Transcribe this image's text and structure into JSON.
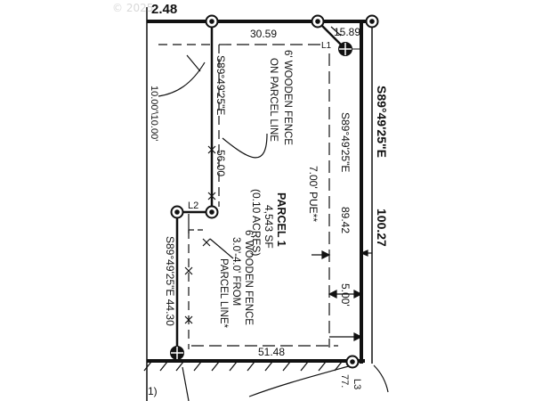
{
  "watermark": "© 2025",
  "colors": {
    "ink": "#111111",
    "paper": "#ffffff",
    "watermark": "#d9d9d9"
  },
  "plat": {
    "top_bearing_partial": "2.48",
    "top_segment_length": "30.59",
    "label_L1": "L1",
    "corner_distance": "15.89",
    "east_bearing": "S89°49'25\"E",
    "east_length": "100.27",
    "inner_east_bearing": "S89°49'25\"E",
    "inner_east_length": "89.42",
    "puf_label": "7.00' PUE**",
    "setback_label": "5.00'",
    "west_bearing": "S89°49'25\"E",
    "west_length": "56.00",
    "label_L2": "L2",
    "south_bearing": "S89°49'25\"E 44.30",
    "bottom_length": "51.48",
    "label_L3": "L3",
    "bottom_right_partial": "77.",
    "bottom_left_partial": "1)",
    "left_partial_dims": "10.00'\\10.00'",
    "fence_note_1": [
      "6' WOODEN FENCE",
      "ON PARCEL LINE"
    ],
    "parcel": [
      "PARCEL 1",
      "4,543 SF",
      "(0.10 ACRES)"
    ],
    "fence_note_2": [
      "6' WOODEN FENCE",
      "3.0'-4.0' FROM",
      "PARCEL LINE*"
    ]
  }
}
